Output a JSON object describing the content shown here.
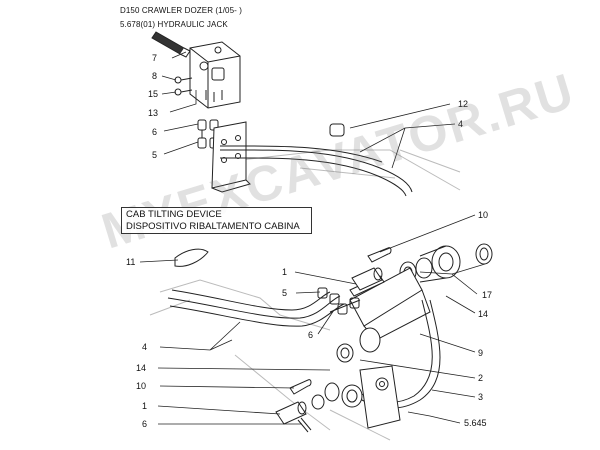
{
  "header": {
    "line1": "D150 CRAWLER DOZER (1/05- )",
    "line2": "5.678(01) HYDRAULIC JACK"
  },
  "caption": {
    "line1": "CAB TILTING DEVICE",
    "line2": "DISPOSITIVO RIBALTAMENTO CABINA"
  },
  "watermark": "MYEXCAVATOR.RU",
  "callouts": {
    "c7": "7",
    "c8": "8",
    "c15": "15",
    "c13": "13",
    "c6a": "6",
    "c5a": "5",
    "c12": "12",
    "c4a": "4",
    "c11": "11",
    "c10a": "10",
    "c1a": "1",
    "c5b": "5",
    "c6b": "6",
    "c17": "17",
    "c14a": "14",
    "c4b": "4",
    "c9": "9",
    "c2": "2",
    "c14b": "14",
    "c10b": "10",
    "c3": "3",
    "c1b": "1",
    "c6c": "6",
    "c5645": "5.645"
  }
}
